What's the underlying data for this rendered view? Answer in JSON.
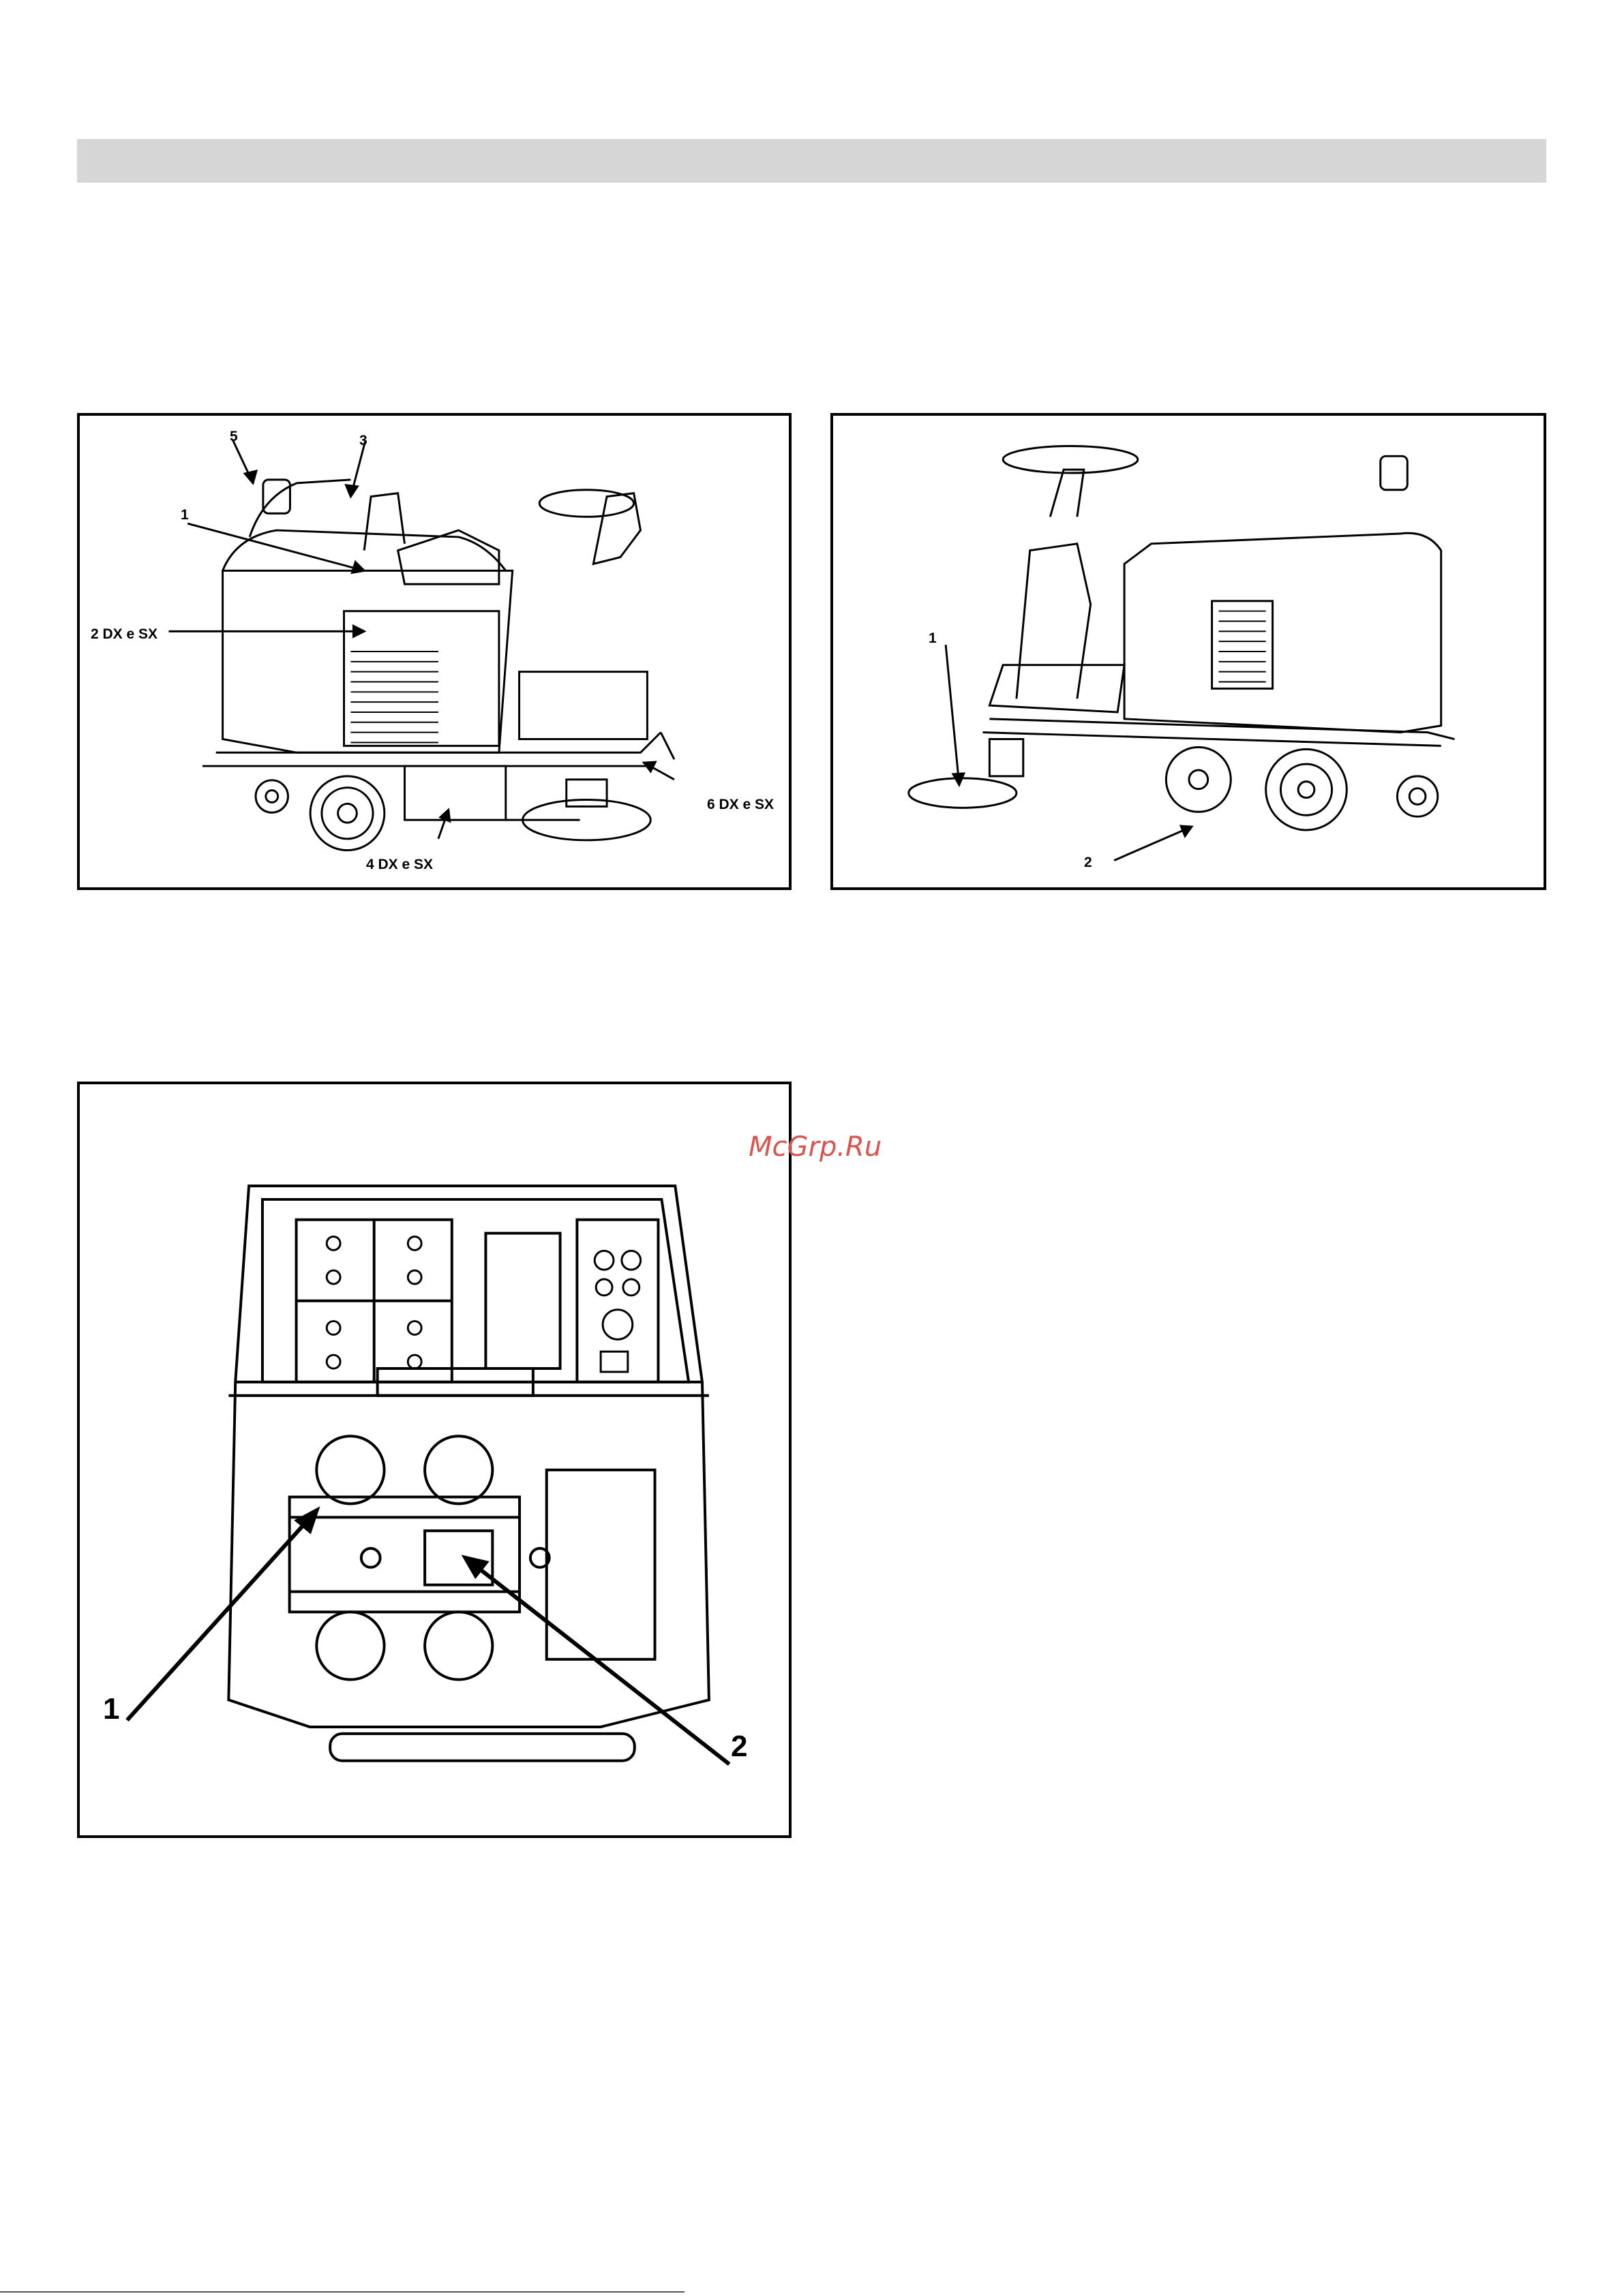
{
  "watermark": "McGrp.Ru",
  "figure_side": {
    "callouts": {
      "c5": "5",
      "c3": "3",
      "c1": "1",
      "c2": "2 DX e SX",
      "c6": "6 DX e SX",
      "c4": "4 DX e SX"
    }
  },
  "figure_front": {
    "callouts": {
      "c1": "1",
      "c2": "2"
    }
  },
  "figure_top": {
    "callouts": {
      "c1": "1",
      "c2": "2"
    }
  }
}
